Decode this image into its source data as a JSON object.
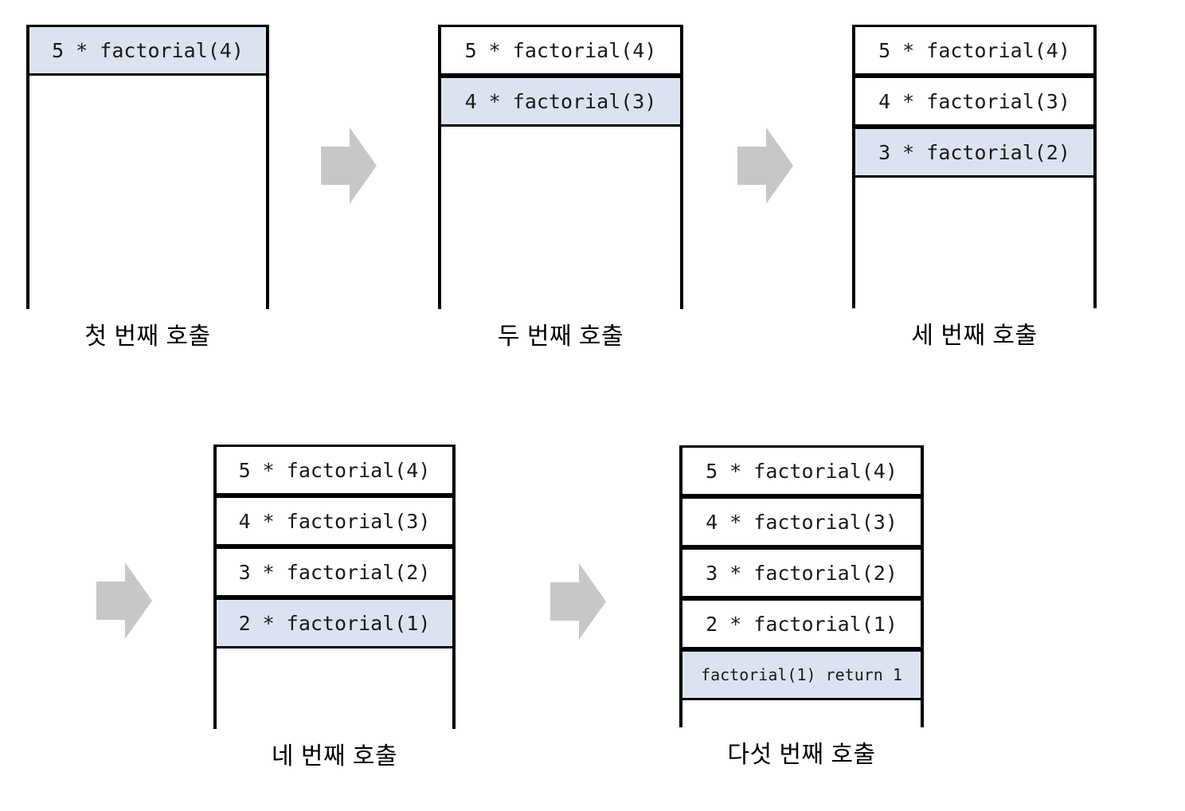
{
  "colors": {
    "frame_border": "#000000",
    "frame_fill": "#ffffff",
    "highlight_fill": "#dce3f0",
    "arrow_fill": "#c7c7c7",
    "text": "#1a1a1a",
    "page_bg": "#ffffff"
  },
  "diagram": {
    "topic": "recursive factorial call stack",
    "stacks": [
      {
        "label": "첫 번째 호출",
        "frames": [
          {
            "text": "5 * factorial(4)",
            "highlighted": true
          }
        ]
      },
      {
        "label": "두 번째 호출",
        "frames": [
          {
            "text": "5 * factorial(4)",
            "highlighted": false
          },
          {
            "text": "4 * factorial(3)",
            "highlighted": true
          }
        ]
      },
      {
        "label": "세 번째 호출",
        "frames": [
          {
            "text": "5 * factorial(4)",
            "highlighted": false
          },
          {
            "text": "4 * factorial(3)",
            "highlighted": false
          },
          {
            "text": "3 * factorial(2)",
            "highlighted": true
          }
        ]
      },
      {
        "label": "네 번째 호출",
        "frames": [
          {
            "text": "5 * factorial(4)",
            "highlighted": false
          },
          {
            "text": "4 * factorial(3)",
            "highlighted": false
          },
          {
            "text": "3 * factorial(2)",
            "highlighted": false
          },
          {
            "text": "2 * factorial(1)",
            "highlighted": true
          }
        ]
      },
      {
        "label": "다섯 번째 호출",
        "frames": [
          {
            "text": "5 * factorial(4)",
            "highlighted": false
          },
          {
            "text": "4 * factorial(3)",
            "highlighted": false
          },
          {
            "text": "3 * factorial(2)",
            "highlighted": false
          },
          {
            "text": "2 * factorial(1)",
            "highlighted": false
          },
          {
            "text": "factorial(1) return 1",
            "highlighted": true
          }
        ]
      }
    ]
  }
}
